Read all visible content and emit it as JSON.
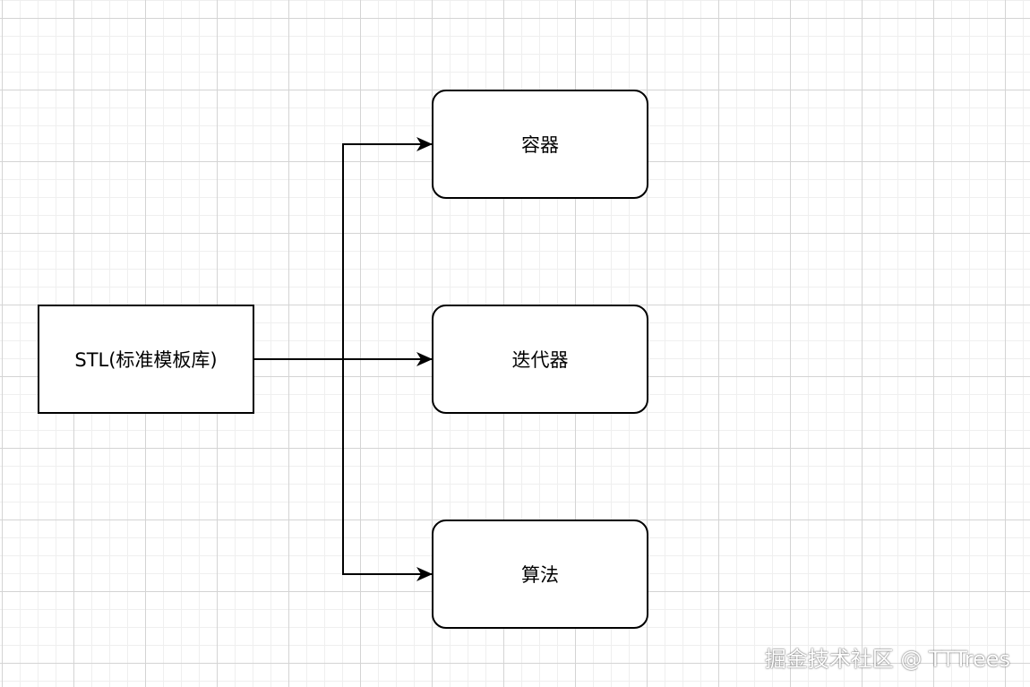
{
  "diagram": {
    "root": {
      "label": "STL(标准模板库)"
    },
    "children": [
      {
        "label": "容器"
      },
      {
        "label": "迭代器"
      },
      {
        "label": "算法"
      }
    ],
    "edge_color": "#000000"
  },
  "watermark": "掘金技术社区 @ TTTrees"
}
